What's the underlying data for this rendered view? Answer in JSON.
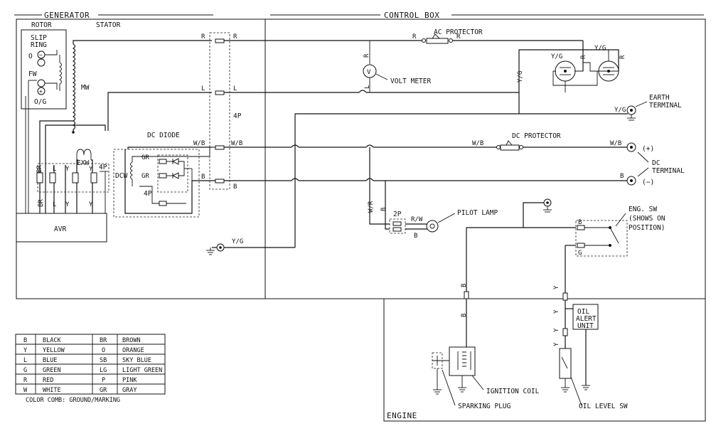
{
  "sections": {
    "generator": "GENERATOR",
    "control_box": "CONTROL BOX",
    "engine": "ENGINE",
    "rotor": "ROTOR",
    "stator": "STATOR"
  },
  "components": {
    "slip_ring": "SLIP",
    "slip_ring_2": "RING",
    "fw": "FW",
    "og": "O/G",
    "o": "O",
    "mw": "MW",
    "ac_protector": "AC PROTECTOR",
    "volt_meter": "VOLT METER",
    "earth_terminal": "EARTH",
    "earth_terminal_2": "TERMINAL",
    "dc_diode": "DC DIODE",
    "dc_protector": "DC PROTECTOR",
    "dc_terminal": "DC",
    "dc_terminal_2": "TERMINAL",
    "plus": "(+)",
    "minus": "(−)",
    "pilot_lamp": "PILOT LAMP",
    "eng_sw": "ENG. SW",
    "eng_sw_2": "(SHOWS ON",
    "eng_sw_3": "POSITION)",
    "oil_alert": "OIL",
    "oil_alert_2": "ALERT",
    "oil_alert_3": "UNIT",
    "ignition_coil": "IGNITION COIL",
    "sparking_plug": "SPARKING PLUG",
    "oil_level_sw": "OIL LEVEL SW",
    "avr": "AVR",
    "exw": "EXW",
    "dcw": "DCW",
    "conn_4p": "4P",
    "conn_4p_b": "4P",
    "conn_4p_c": "4P",
    "conn_2p": "2P"
  },
  "wire_labels": {
    "r": "R",
    "l": "L",
    "wb": "W/B",
    "b": "B",
    "yg": "Y/G",
    "gr": "GR",
    "br": "BR",
    "y": "Y",
    "rw": "R/W",
    "wr": "W/R",
    "g": "G"
  },
  "legend": {
    "rows": [
      {
        "code": "B",
        "color": "BLACK",
        "code2": "BR",
        "color2": "BROWN"
      },
      {
        "code": "Y",
        "color": "YELLOW",
        "code2": "O",
        "color2": "ORANGE"
      },
      {
        "code": "L",
        "color": "BLUE",
        "code2": "SB",
        "color2": "SKY BLUE"
      },
      {
        "code": "G",
        "color": "GREEN",
        "code2": "LG",
        "color2": "LIGHT GREEN"
      },
      {
        "code": "R",
        "color": "RED",
        "code2": "P",
        "color2": "PINK"
      },
      {
        "code": "W",
        "color": "WHITE",
        "code2": "GR",
        "color2": "GRAY"
      }
    ],
    "note": "COLOR COMB: GROUND/MARKING"
  }
}
